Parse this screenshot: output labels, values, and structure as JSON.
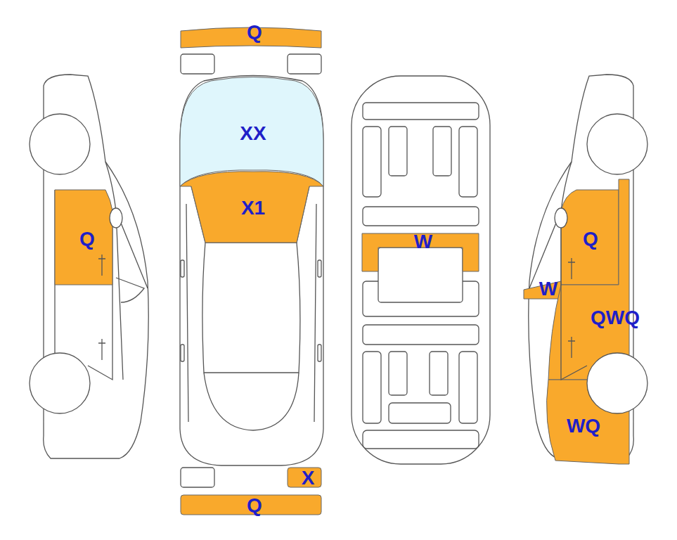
{
  "diagram": {
    "nodes": [
      {
        "text": [
          "Q"
        ]
      },
      {
        "text": [
          "XX"
        ]
      },
      {
        "text": [
          "X1"
        ]
      },
      {
        "text": [
          "Q"
        ]
      },
      {
        "text": [
          "W"
        ]
      },
      {
        "text": [
          "Q"
        ]
      },
      {
        "text": [
          "W"
        ]
      },
      {
        "text": [
          "QWQ"
        ]
      },
      {
        "text": [
          "WQ"
        ]
      },
      {
        "text": [
          "X"
        ]
      },
      {
        "text": [
          "Q"
        ]
      }
    ]
  }
}
